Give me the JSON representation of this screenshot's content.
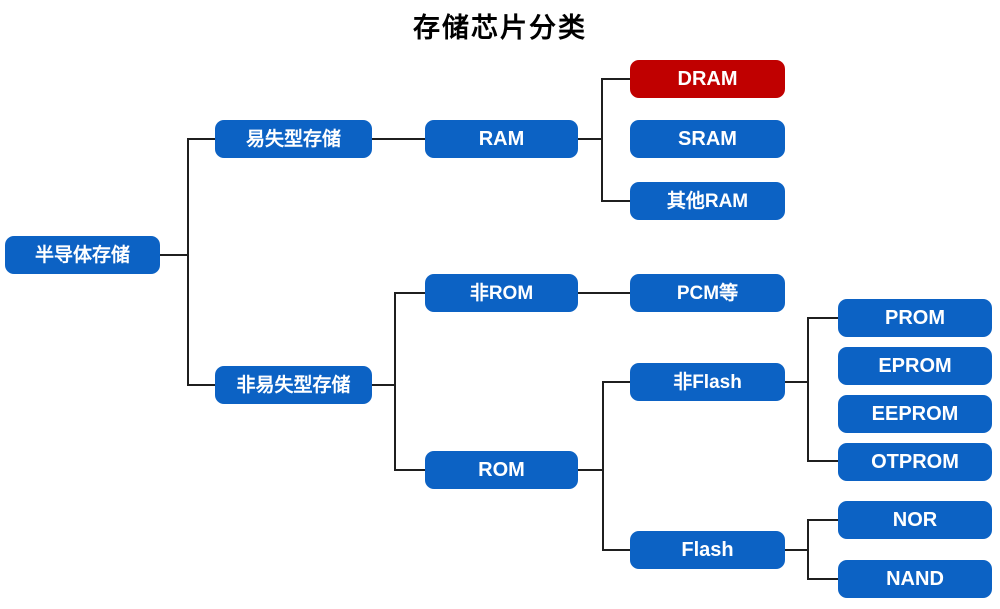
{
  "title": "存储芯片分类",
  "colors": {
    "node_blue": "#0C62C4",
    "node_red": "#C00000",
    "node_text": "#FFFFFF",
    "connector": "#1F1F1F",
    "background": "#FFFFFF"
  },
  "highlighted_node": "DRAM",
  "nodes": {
    "root": "半导体存储",
    "volatile": "易失型存储",
    "ram": "RAM",
    "dram": "DRAM",
    "sram": "SRAM",
    "other_ram": "其他RAM",
    "nonvolatile": "非易失型存储",
    "non_rom": "非ROM",
    "pcm": "PCM等",
    "rom": "ROM",
    "non_flash": "非Flash",
    "prom": "PROM",
    "eprom": "EPROM",
    "eeprom": "EEPROM",
    "otprom": "OTPROM",
    "flash": "Flash",
    "nor": "NOR",
    "nand": "NAND"
  },
  "hierarchy": {
    "半导体存储": {
      "易失型存储": {
        "RAM": [
          "DRAM",
          "SRAM",
          "其他RAM"
        ]
      },
      "非易失型存储": {
        "非ROM": [
          "PCM等"
        ],
        "ROM": {
          "非Flash": [
            "PROM",
            "EPROM",
            "EEPROM",
            "OTPROM"
          ],
          "Flash": [
            "NOR",
            "NAND"
          ]
        }
      }
    }
  }
}
